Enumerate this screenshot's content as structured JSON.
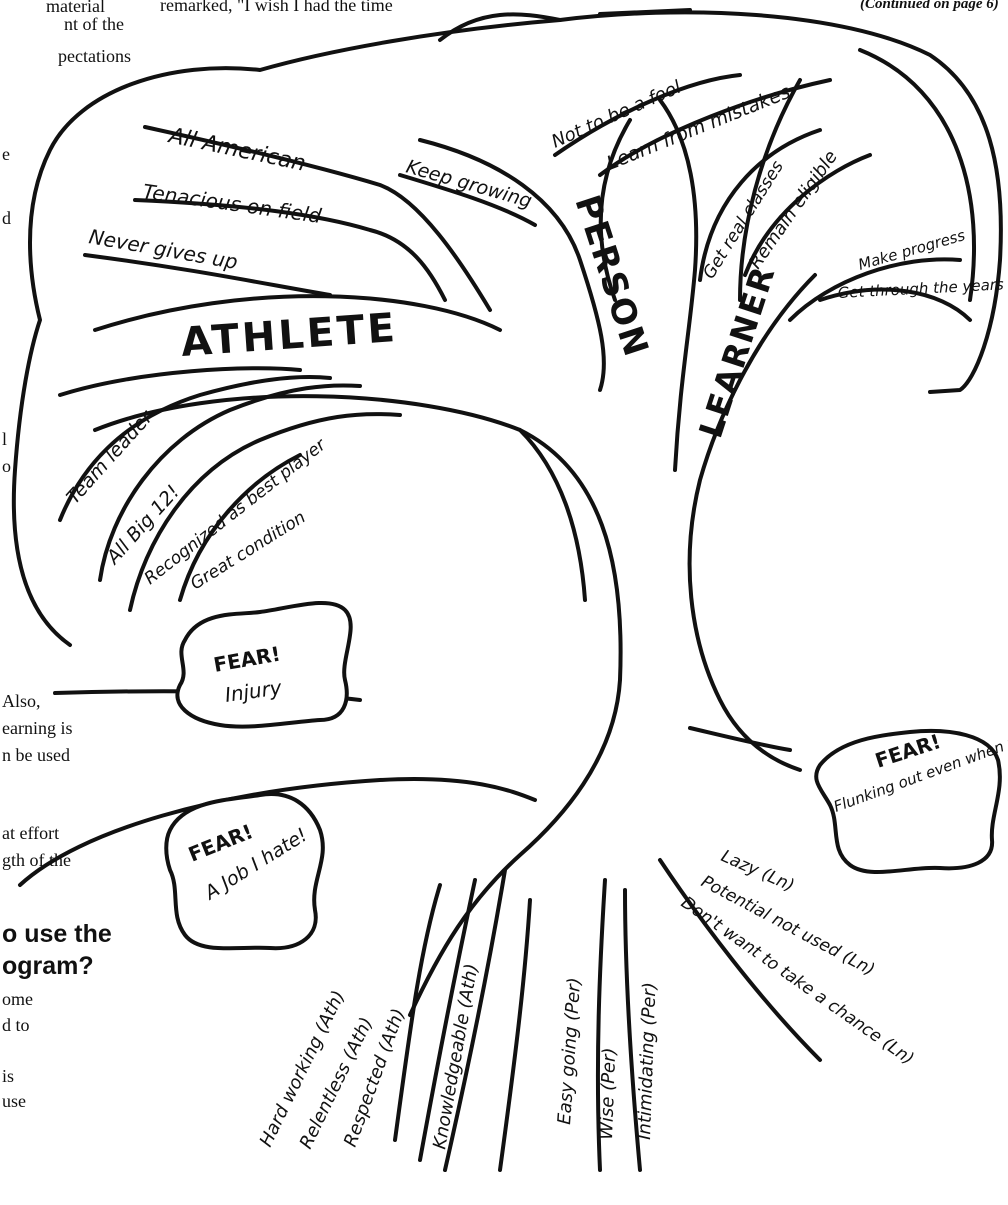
{
  "article": {
    "left_fragments": [
      "material",
      "nt of the",
      "pectations",
      "e",
      "d",
      "l",
      "o",
      "Also,",
      "earning is",
      "n be used",
      "at effort",
      "gth of the"
    ],
    "top_fragment": "remarked, \"I wish I had the time",
    "continued": "(Continued on page 6)",
    "heading_lines": [
      "o use the",
      "ogram?"
    ],
    "bottom_fragments": [
      "ome",
      "d to",
      "is",
      "use"
    ]
  },
  "tree": {
    "branches": {
      "athlete": "ATHLETE",
      "person": "PERSON",
      "learner": "LEARNER"
    },
    "athlete_upper": [
      "All American",
      "Tenacious on field",
      "Never gives up"
    ],
    "athlete_lower": [
      "Team leader",
      "All Big 12!",
      "Recognized as best player",
      "Great condition"
    ],
    "person": [
      "Not to be a fool",
      "Learn from mistakes",
      "Keep growing"
    ],
    "learner": [
      "Get real classes",
      "Remain eligible",
      "Make progress",
      "Get through the years"
    ],
    "fears": {
      "injury": {
        "title": "FEAR!",
        "text": "Injury"
      },
      "job": {
        "title": "FEAR!",
        "text": "A Job I hate!"
      },
      "flunking": {
        "title": "FEAR!",
        "text": "Flunking out even when you try"
      }
    },
    "roots": [
      "Hard working (Ath)",
      "Relentless (Ath)",
      "Respected (Ath)",
      "Knowledgeable (Ath)",
      "Easy going (Per)",
      "Wise (Per)",
      "Intimidating (Per)",
      "Lazy (Ln)",
      "Potential not used (Ln)",
      "Don't want to take a chance (Ln)"
    ]
  }
}
